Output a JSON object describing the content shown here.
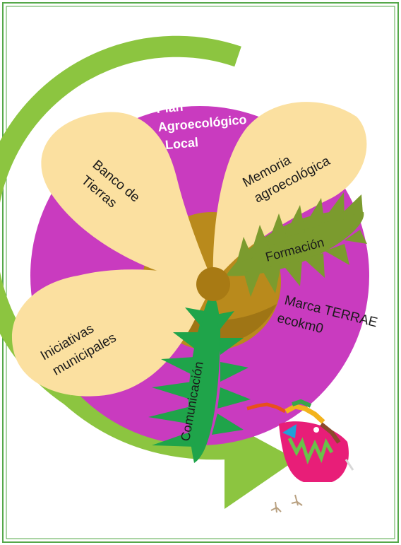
{
  "labels": {
    "plan": [
      "Plan",
      "Agroecológico",
      "Local"
    ],
    "banco": [
      "Banco de",
      "Tierras"
    ],
    "memoria": [
      "Memoria",
      "agroecológica"
    ],
    "formacion": "Formación",
    "marca": [
      "Marca TERRAE",
      "ecokm0"
    ],
    "iniciativas": [
      "Iniciativas",
      "municipales"
    ],
    "comunicacion": "Comunicación"
  },
  "colors": {
    "frame": "#55a84a",
    "arrow_green": "#8cc540",
    "circle_magenta": "#c93bbf",
    "petal": "#fbe0a0",
    "center_brown": "#b98a1c",
    "hub": "#a87a14",
    "frond_olive": "#7b9b2e",
    "frond_green": "#1fa44a",
    "text_white": "#ffffff",
    "text_dark": "#1a1a1a"
  },
  "icons": {
    "bird": "hoopoe-bird-icon",
    "footprints": "bird-footprints-icon"
  }
}
